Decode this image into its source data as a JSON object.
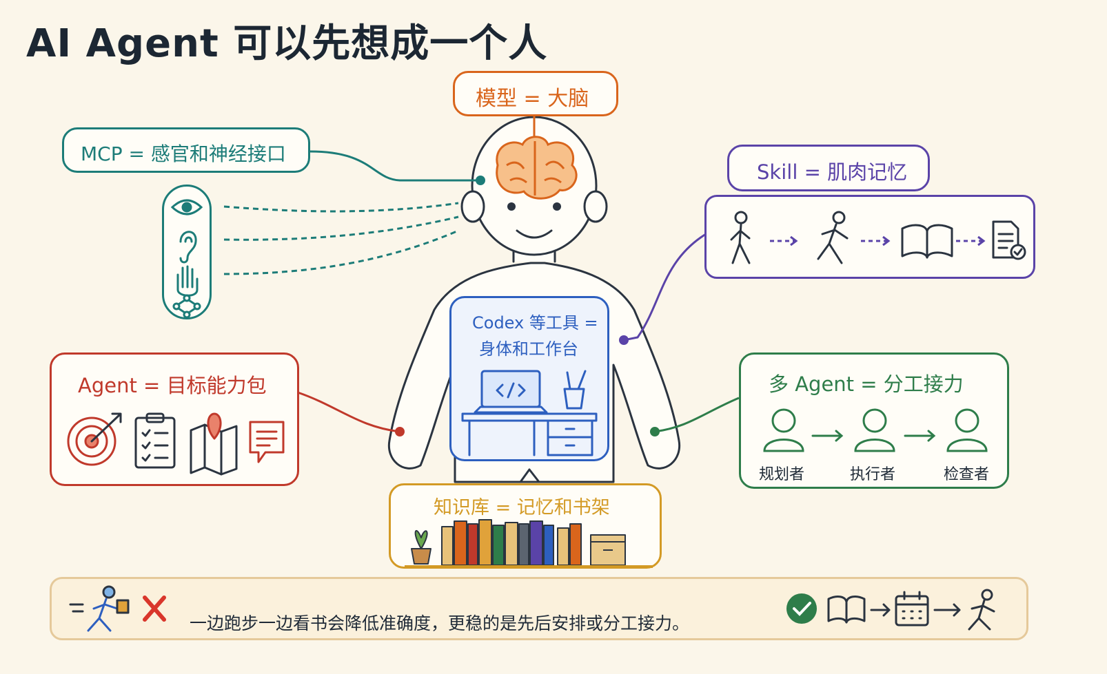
{
  "title": "AI Agent 可以先想成一个人",
  "model": {
    "label": "模型 = 大脑"
  },
  "mcp": {
    "label": "MCP = 感官和神经接口"
  },
  "skill": {
    "label": "Skill = 肌肉记忆"
  },
  "codex": {
    "line1": "Codex 等工具 =",
    "line2": "身体和工作台"
  },
  "agent": {
    "label": "Agent = 目标能力包"
  },
  "multi_agent": {
    "label": "多 Agent = 分工接力",
    "roles": [
      "规划者",
      "执行者",
      "检查者"
    ]
  },
  "knowledge": {
    "label": "知识库 = 记忆和书架"
  },
  "footer": {
    "text": "一边跑步一边看书会降低准确度，更稳的是先后安排或分工接力。"
  },
  "colors": {
    "orange": "#d9651c",
    "teal": "#1c7c78",
    "purple": "#5a43a8",
    "blue": "#2d5fbf",
    "red": "#c0392b",
    "green": "#2e7d4a",
    "gold": "#d39a25"
  },
  "icons": {
    "mcp": [
      "eye-icon",
      "ear-icon",
      "hand-icon",
      "network-icon"
    ],
    "skill": [
      "walking-person-icon",
      "running-person-icon",
      "open-book-icon",
      "checklist-document-icon"
    ],
    "agent": [
      "target-icon",
      "clipboard-checklist-icon",
      "map-pin-icon",
      "chat-bubble-icon"
    ],
    "footer": [
      "running-reading-person-icon",
      "red-x-icon",
      "green-check-icon",
      "open-book-icon",
      "calendar-icon",
      "running-person-icon"
    ]
  }
}
